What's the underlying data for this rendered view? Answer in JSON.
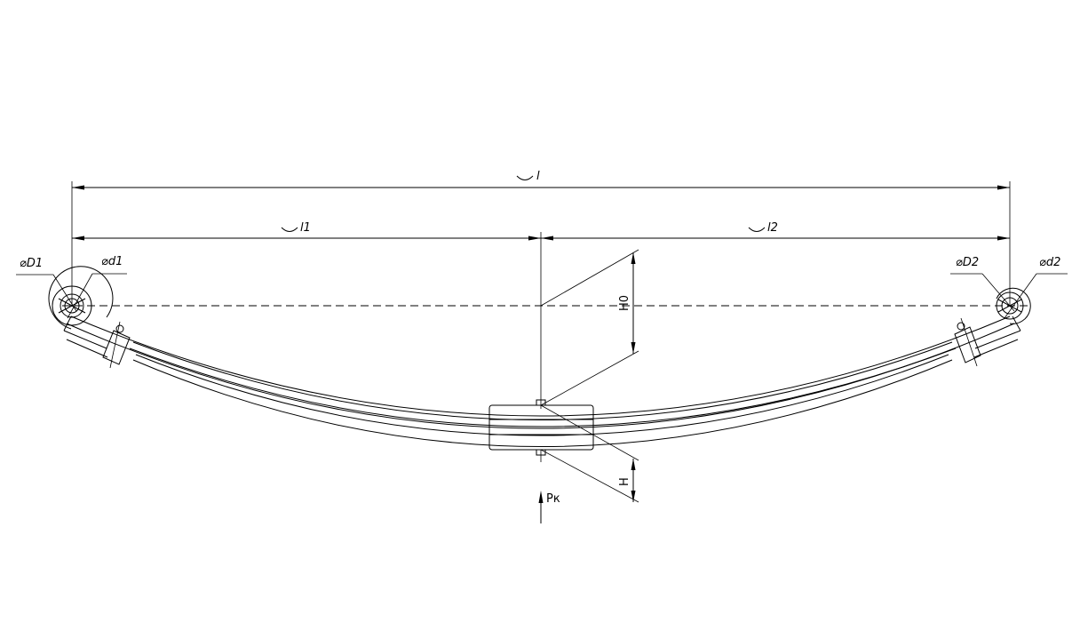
{
  "labels": {
    "overall_length": "l",
    "length_1": "l1",
    "length_2": "l2",
    "eye_outer_diameter_1": "⌀D1",
    "eye_inner_diameter_1": "⌀d1",
    "eye_outer_diameter_2": "⌀D2",
    "eye_inner_diameter_2": "⌀d2",
    "free_camber": "H0",
    "loaded_height": "H",
    "load": "Pк"
  }
}
